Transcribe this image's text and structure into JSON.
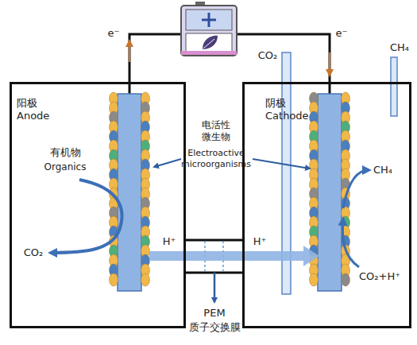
{
  "diagram": {
    "nodes": [
      {
        "text": [
          "阳极",
          "Anode"
        ]
      },
      {
        "text": [
          "阴极",
          "Cathode"
        ]
      }
    ],
    "labels": [
      "e⁻",
      "e⁻",
      "CO₂",
      "CH₄",
      "有机物",
      "Organics",
      "电活性微生物",
      "Electroactive microorganisms",
      "CO₂",
      "H⁺",
      "H⁺",
      "CH₄",
      "CO₂+H⁺",
      "PEM",
      "质子交换膜"
    ]
  }
}
